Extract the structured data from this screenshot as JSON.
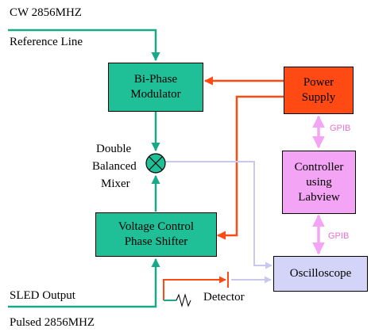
{
  "labels": {
    "cw": "CW 2856MHZ",
    "reference_line": "Reference Line",
    "sled_output": "SLED Output",
    "pulsed": "Pulsed 2856MHZ",
    "mixer_line1": "Double",
    "mixer_line2": "Balanced",
    "mixer_line3": "Mixer",
    "detector": "Detector",
    "gpib_top": "GPIB",
    "gpib_bottom": "GPIB"
  },
  "boxes": {
    "modulator": {
      "line1": "Bi-Phase",
      "line2": "Modulator"
    },
    "power_supply": {
      "line1": "Power",
      "line2": "Supply"
    },
    "controller": {
      "line1": "Controller",
      "line2": "using",
      "line3": "Labview"
    },
    "phase_shifter": {
      "line1": "Voltage Control",
      "line2": "Phase Shifter"
    },
    "oscilloscope": {
      "line1": "Oscilloscope"
    }
  },
  "colors": {
    "rf_teal": "#1aa88a",
    "box_teal": "#1fbf98",
    "power_red": "#ff4a14",
    "control_arrow": "#ff4a14",
    "controller_pink": "#f4a4f4",
    "oscilloscope_lavender": "#d4d4f8",
    "signal_lavender": "#c8c8f0",
    "gpib_pink": "#e86fd0"
  }
}
